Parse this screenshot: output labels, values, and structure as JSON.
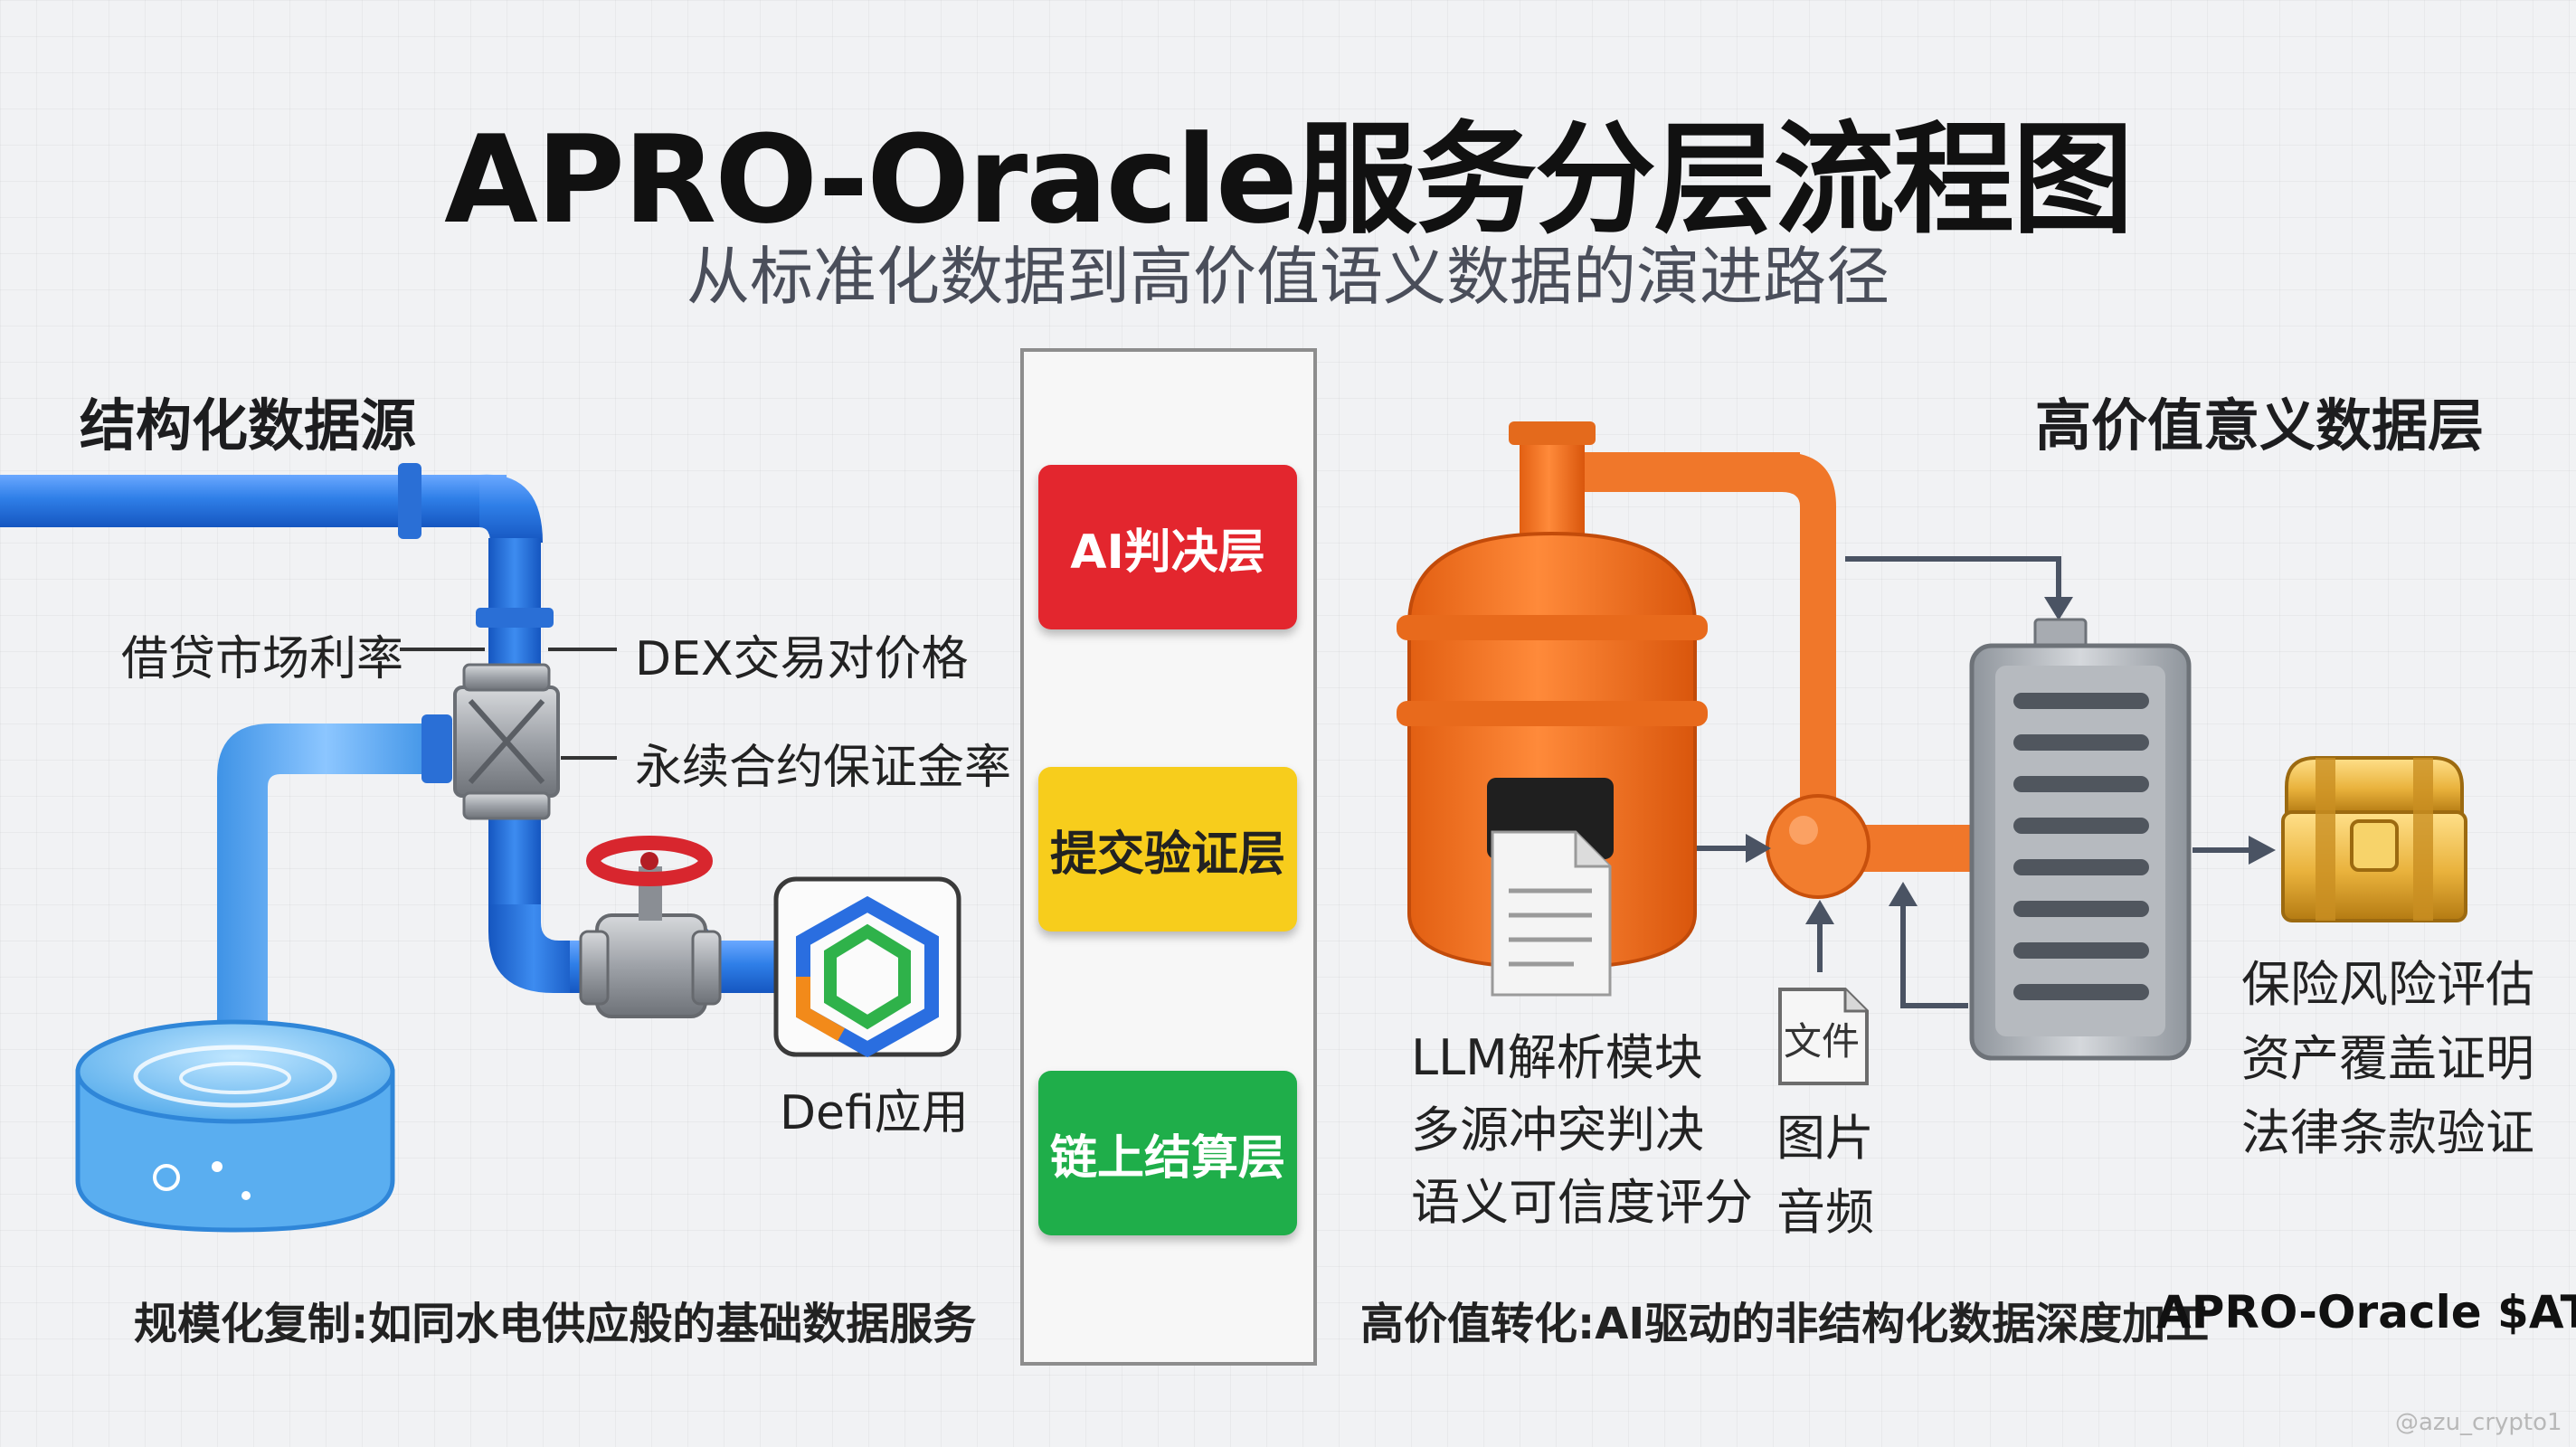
{
  "title": "APRO-Oracle服务分层流程图",
  "subtitle": "从标准化数据到高价值语义数据的演进路径",
  "left_section": {
    "heading": "结构化数据源",
    "labels": [
      "借贷市场利率",
      "DEX交易对价格",
      "永续合约保证金率"
    ],
    "defi_label": "Defi应用"
  },
  "center": {
    "layers": [
      "AI判决层",
      "提交验证层",
      "链上结算层"
    ],
    "colors": [
      "#e3262e",
      "#f7cd1c",
      "#1fae4a"
    ]
  },
  "right_section": {
    "heading": "高价值意义数据层",
    "llm_lines": [
      "LLM解析模块",
      "多源冲突判决",
      "语义可信度评分"
    ],
    "file_icon_text": "文件",
    "media_lines": [
      "图片",
      "音频"
    ],
    "output_lines": [
      "保险风险评估",
      "资产覆盖证明",
      "法律条款验证"
    ]
  },
  "footer": {
    "left": "规模化复制:如同水电供应般的基础数据服务",
    "right": "高价值转化:AI驱动的非结构化数据深度加工",
    "brand": "APRO-Oracle $AT"
  },
  "watermark": "@azu_crypto1",
  "icons": [
    "water-pipe",
    "valve-wheel",
    "defi-cube-icon",
    "boiler-tank",
    "document-icon",
    "file-icon",
    "server-rack-icon",
    "treasure-chest-icon"
  ]
}
